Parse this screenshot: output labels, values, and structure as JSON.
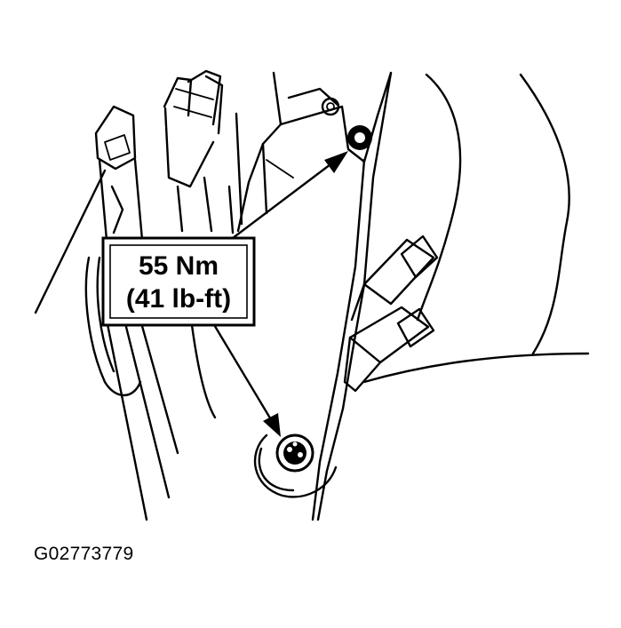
{
  "callout": {
    "line1": "55 Nm",
    "line2": "(41 lb-ft)"
  },
  "figure_id": "G02773779"
}
